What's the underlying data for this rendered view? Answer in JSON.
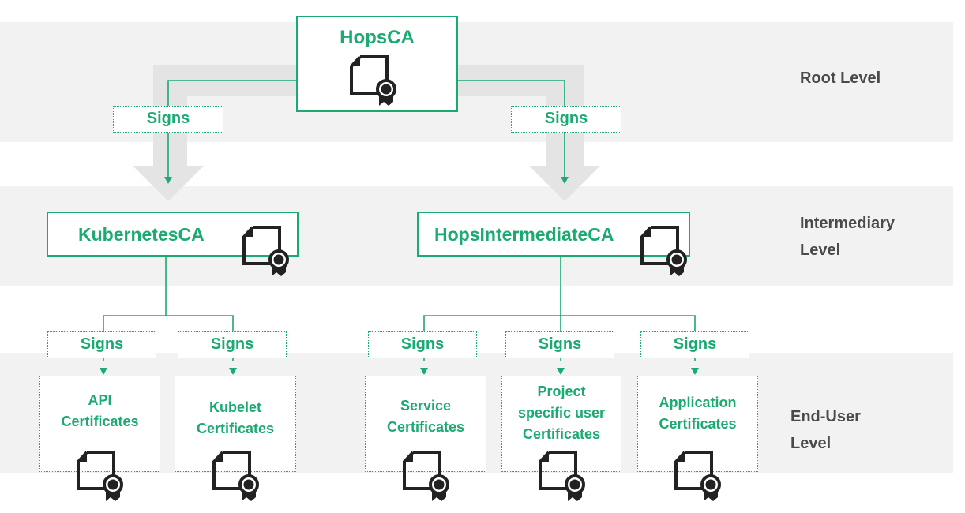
{
  "levels": {
    "root": "Root Level",
    "intermediary": "Intermediary\nLevel",
    "end_user": "End-User\nLevel"
  },
  "root_ca": {
    "label": "HopsCA"
  },
  "intermediate_cas": [
    {
      "label": "KubernetesCA"
    },
    {
      "label": "HopsIntermediateCA"
    }
  ],
  "signs_label": "Signs",
  "end_user_certs": [
    {
      "label": "API\nCertificates"
    },
    {
      "label": "Kubelet\nCertificates"
    },
    {
      "label": "Service\nCertificates"
    },
    {
      "label": "Project\nspecific user\nCertificates"
    },
    {
      "label": "Application\nCertificates"
    }
  ],
  "icons": {
    "certificate": "certificate-icon"
  },
  "colors": {
    "accent": "#1aaa72",
    "band": "#f2f2f2",
    "arrow": "#e4e4e4",
    "icon": "#222222"
  }
}
